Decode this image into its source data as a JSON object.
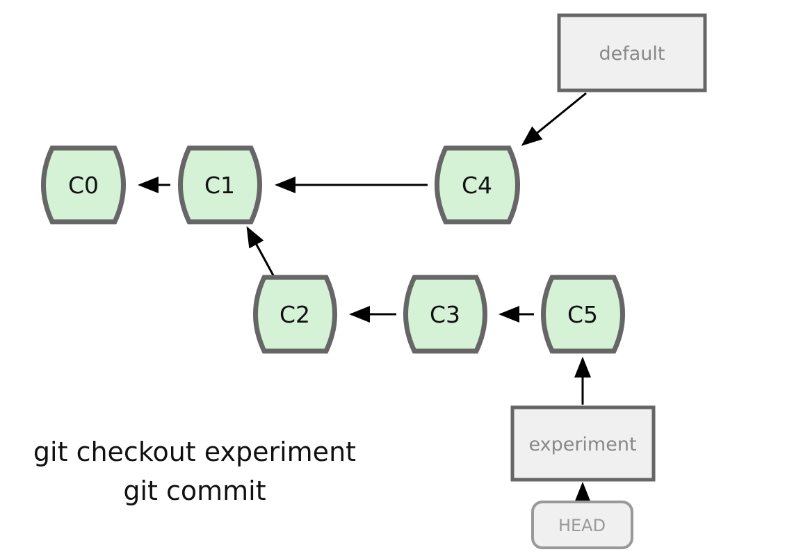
{
  "commits": [
    {
      "id": "c0",
      "label": "C0"
    },
    {
      "id": "c1",
      "label": "C1"
    },
    {
      "id": "c4",
      "label": "C4"
    },
    {
      "id": "c2",
      "label": "C2"
    },
    {
      "id": "c3",
      "label": "C3"
    },
    {
      "id": "c5",
      "label": "C5"
    }
  ],
  "branches": {
    "default": "default",
    "experiment": "experiment"
  },
  "head": "HEAD",
  "caption": {
    "line1": "git checkout experiment",
    "line2": "git commit"
  },
  "colors": {
    "commit_fill": "#d5f2d7",
    "commit_stroke": "#666666",
    "branch_fill": "#f0f0f0"
  }
}
